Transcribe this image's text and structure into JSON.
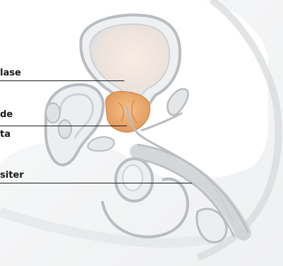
{
  "labels": {
    "blase": "lase",
    "prostata_line1": "de",
    "prostata_line2": "ta",
    "sphinkter": "siter"
  },
  "colors": {
    "outline": "#b9bcc0",
    "tissue_fill": "#eceef0",
    "bladder_inner": "#f2e6de",
    "prostate": "#e9a56b",
    "leader": "#1a1a1a"
  }
}
